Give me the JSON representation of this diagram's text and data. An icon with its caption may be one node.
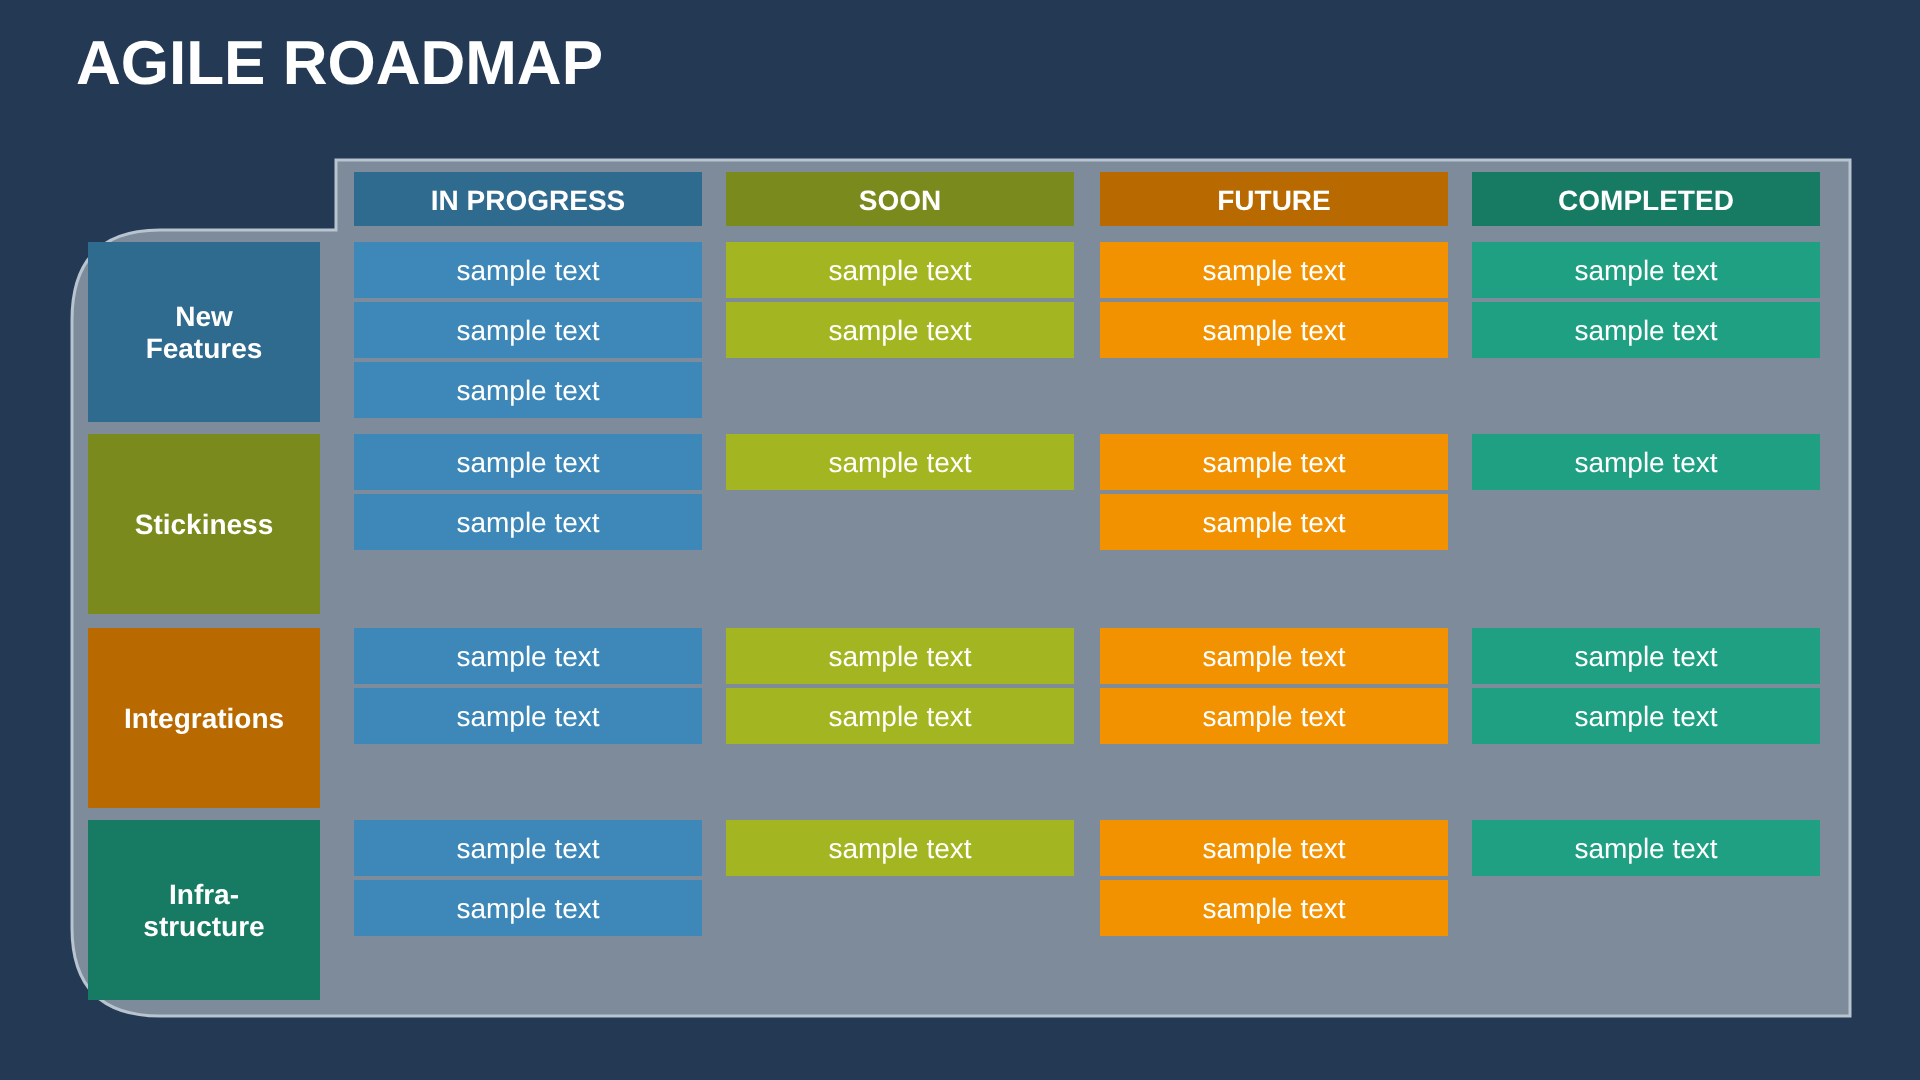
{
  "diagram": {
    "title": "AGILE ROADMAP",
    "labels": [
      "IN PROGRESS",
      "SOON",
      "FUTURE",
      "COMPLETED",
      "New Features",
      "sample text",
      "sample text",
      "sample text",
      "sample text",
      "sample text",
      "sample text",
      "sample text",
      "sample text",
      "sample text",
      "Stickiness",
      "sample text",
      "sample text",
      "sample text",
      "sample text",
      "sample text",
      "sample text",
      "Integrations",
      "sample text",
      "sample text",
      "sample text",
      "sample text",
      "sample text",
      "sample text",
      "sample text",
      "sample text",
      "Infra-structure",
      "sample text",
      "sample text",
      "sample text",
      "sample text",
      "sample text",
      "sample text"
    ]
  }
}
